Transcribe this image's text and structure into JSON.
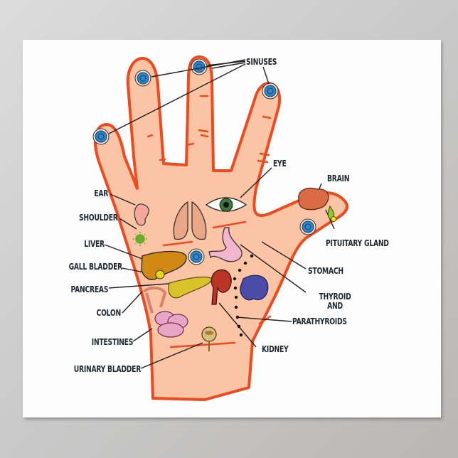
{
  "poster": {
    "subject": "Hand reflexology chart",
    "colors": {
      "background": "#c8c6c4",
      "paper": "#fdfdfd",
      "skin": "#fbc4a4",
      "outline": "#ee4a1f",
      "label_text": "#1e2a33",
      "point_blue": "#2f86c9"
    },
    "labels": {
      "sinuses": "SINUSES",
      "eye": "EYE",
      "brain": "BRAIN",
      "pituitary": "PITUITARY GLAND",
      "ear": "EAR",
      "shoulder": "SHOULDER",
      "liver": "LIVER",
      "gall_bladder": "GALL BLADDER",
      "pancreas": "PANCREAS",
      "colon": "COLON",
      "intestines": "INTESTINES",
      "urinary_bladder": "URINARY BLADDER",
      "stomach": "STOMACH",
      "thyroid_1": "THYROID",
      "thyroid_2": "AND",
      "thyroid_3": "PARATHYROIDS",
      "kidney": "KIDNEY"
    }
  }
}
